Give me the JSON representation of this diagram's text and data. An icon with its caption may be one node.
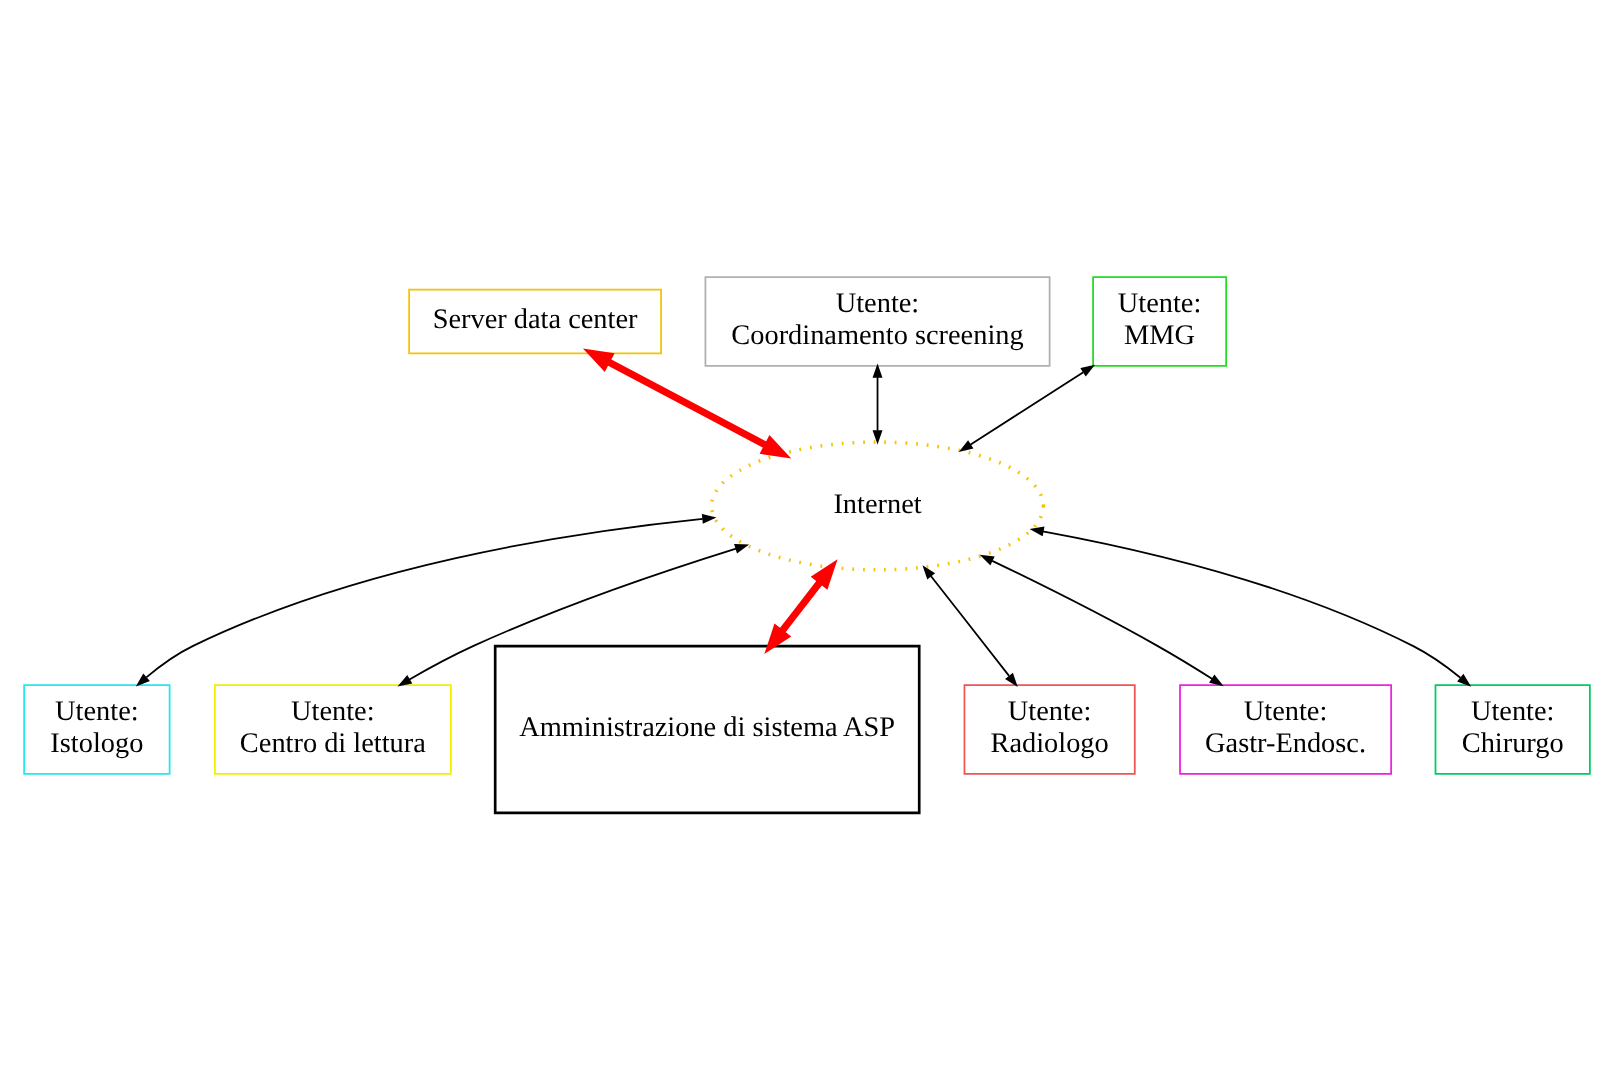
{
  "diagram": {
    "nodes": [
      {
        "text": [
          "Server data center"
        ]
      },
      {
        "text": [
          "Internet"
        ]
      },
      {
        "text": [
          "Utente:",
          "Coordinamento screening"
        ]
      },
      {
        "text": [
          "Utente:",
          "MMG"
        ]
      },
      {
        "text": [
          "Utente:",
          "Istologo"
        ]
      },
      {
        "text": [
          "Utente:",
          "Centro di lettura"
        ]
      },
      {
        "text": [
          "Amministrazione di sistema ASP"
        ]
      },
      {
        "text": [
          "Utente:",
          "Radiologo"
        ]
      },
      {
        "text": [
          "Utente:",
          "Gastr-Endosc."
        ]
      },
      {
        "text": [
          "Utente:",
          "Chirurgo"
        ]
      }
    ],
    "edges": [
      {
        "from": 0,
        "to": 1,
        "arrow": "both",
        "style": "thick",
        "color": "#ff0000"
      },
      {
        "from": 3,
        "to": 1,
        "arrow": "both"
      },
      {
        "from": 2,
        "to": 1,
        "arrow": "both"
      },
      {
        "from": 1,
        "to": 5,
        "arrow": "both"
      },
      {
        "from": 1,
        "to": 8,
        "arrow": "both"
      },
      {
        "from": 1,
        "to": 6,
        "arrow": "both",
        "style": "thick",
        "color": "#ff0000"
      },
      {
        "from": 1,
        "to": 9,
        "arrow": "both"
      },
      {
        "from": 1,
        "to": 7,
        "arrow": "both"
      },
      {
        "from": 1,
        "to": 4,
        "arrow": "both"
      }
    ]
  }
}
